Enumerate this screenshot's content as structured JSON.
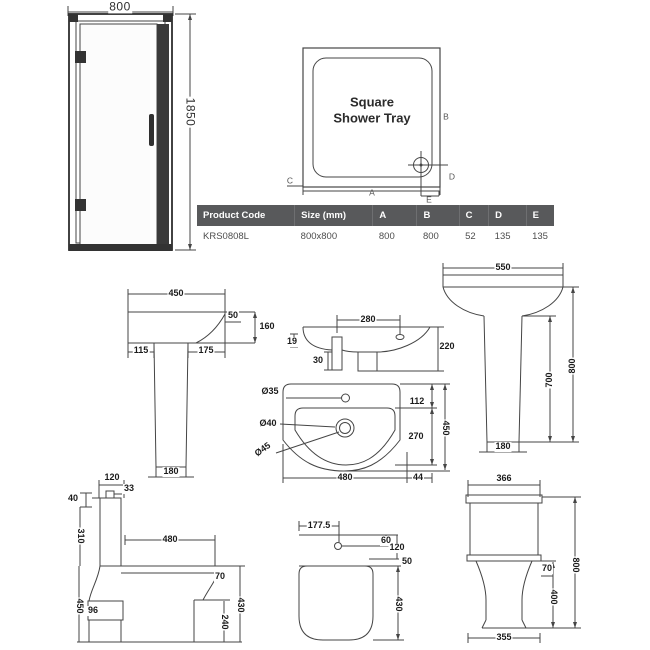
{
  "door": {
    "width": "800",
    "height": "1850"
  },
  "tray": {
    "title_line1": "Square",
    "title_line2": "Shower Tray",
    "label_a": "A",
    "label_b": "B",
    "label_c": "C",
    "label_d": "D",
    "label_e": "E"
  },
  "spec_table": {
    "headers": [
      "Product Code",
      "Size (mm)",
      "A",
      "B",
      "C",
      "D",
      "E"
    ],
    "rows": [
      [
        "KRS0808L",
        "800x800",
        "800",
        "800",
        "52",
        "135",
        "135"
      ]
    ]
  },
  "basin_side": {
    "width": "450",
    "rim": "50",
    "height": "160",
    "left_offset": "115",
    "right_offset": "175",
    "base": "180"
  },
  "basin_front": {
    "tap_centres": "280",
    "rim_drop": "19",
    "depth": "220",
    "overflow": "30"
  },
  "basin_top": {
    "tap_hole": "Ø35",
    "waste": "Ø40",
    "waste_outer": "Ø45",
    "rear_depth": "112",
    "bowl_depth": "270",
    "total_width": "450",
    "width": "480",
    "side": "44"
  },
  "pedestal_basin": {
    "width": "550",
    "pedestal_height": "700",
    "total_height": "800",
    "base": "180"
  },
  "toilet_side": {
    "cistern_depth": "120",
    "button": "33",
    "lid": "40",
    "cistern_height": "310",
    "projection": "480",
    "seat_thickness": "70",
    "foot": "96",
    "seat_height": "450",
    "rear_height": "240",
    "bowl_height": "430"
  },
  "toilet_pan_front": {
    "flush_centre": "177.5",
    "d60": "60",
    "d120": "120",
    "d50": "50",
    "height": "430"
  },
  "toilet_front": {
    "cistern_width": "366",
    "seat_drop": "70",
    "total_height": "800",
    "bowl_height": "400",
    "base_width": "355"
  },
  "colors": {
    "line": "#454545",
    "frame": "#2d2d2d",
    "table_header": "#58595b"
  }
}
